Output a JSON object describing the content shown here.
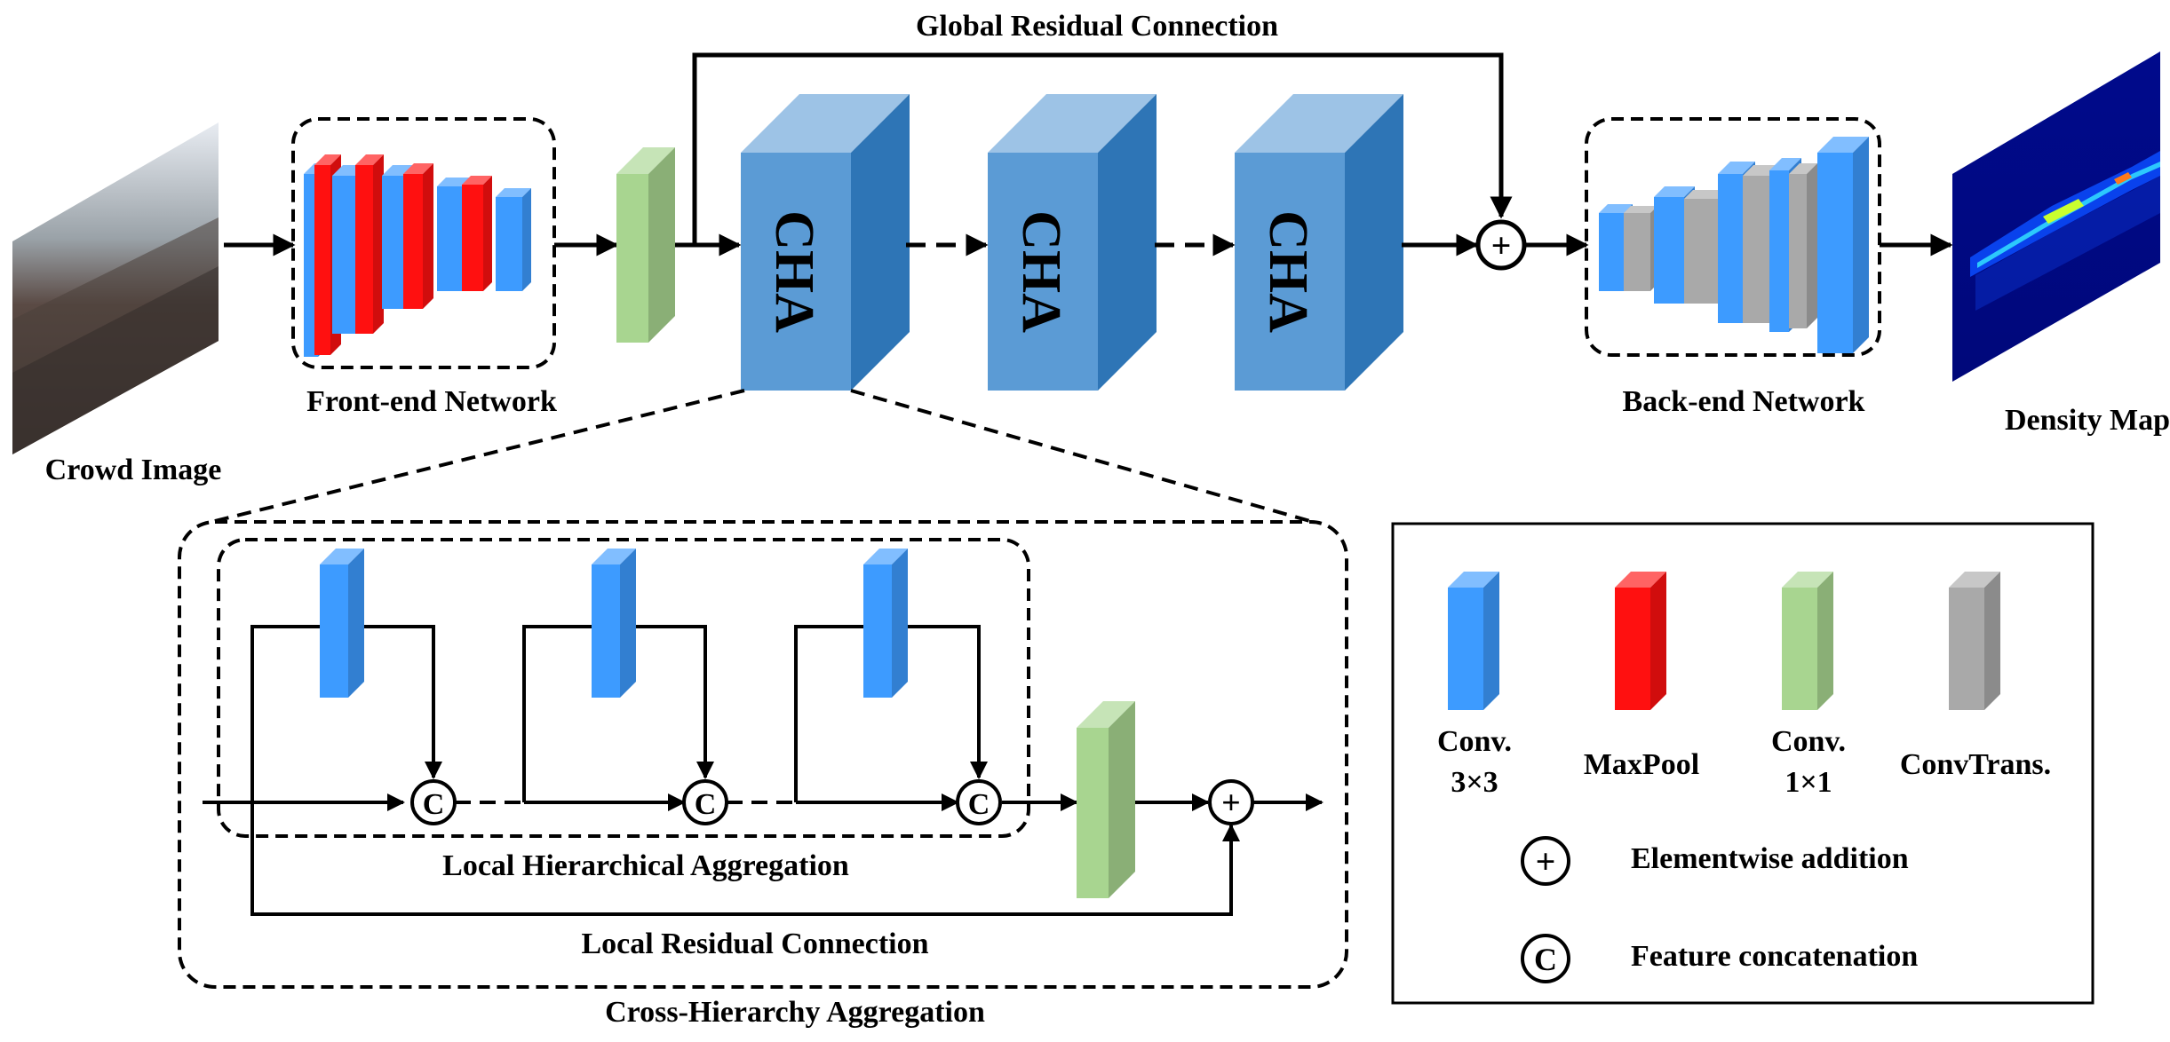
{
  "labels": {
    "global_residual": "Global Residual Connection",
    "crowd_image": "Crowd Image",
    "front_end": "Front-end Network",
    "back_end": "Back-end Network",
    "density_map": "Density Map",
    "cha": "CHA",
    "local_hier": "Local Hierarchical Aggregation",
    "local_residual": "Local Residual Connection",
    "cross_hier": "Cross-Hierarchy Aggregation",
    "plus_symbol": "+",
    "concat_symbol": "C"
  },
  "legend": {
    "items": [
      {
        "line1": "Conv.",
        "line2": "3×3",
        "color": "#3d9bff"
      },
      {
        "line1": "MaxPool",
        "line2": "",
        "color": "#ff1010"
      },
      {
        "line1": "Conv.",
        "line2": "1×1",
        "color": "#a8d590"
      },
      {
        "line1": "ConvTrans.",
        "line2": "",
        "color": "#a9a9a9"
      }
    ],
    "elementwise_addition": "Elementwise addition",
    "feature_concatenation": "Feature concatenation"
  },
  "colors": {
    "conv3": "#3d9bff",
    "maxpool": "#ff1010",
    "conv1": "#a8d590",
    "convtrans": "#a9a9a9",
    "cha_front": "#5b9bd5",
    "cha_top": "#9dc3e6",
    "cha_side": "#2e75b6"
  }
}
